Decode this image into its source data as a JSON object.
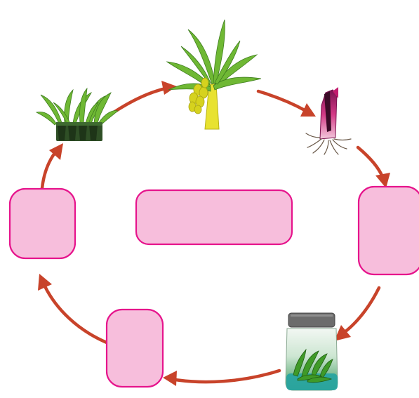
{
  "diagram": {
    "type": "cycle",
    "stages": [
      {
        "id": "plantlets-in-tray",
        "icon": "plantlet-tray-icon"
      },
      {
        "id": "banana-plant",
        "icon": "banana-plant-icon"
      },
      {
        "id": "sucker-explant",
        "icon": "sucker-icon"
      },
      {
        "id": "blank-box-right",
        "label": ""
      },
      {
        "id": "culture-jar",
        "icon": "culture-jar-icon"
      },
      {
        "id": "blank-box-bottom",
        "label": ""
      },
      {
        "id": "blank-box-left",
        "label": ""
      }
    ],
    "center_label": "",
    "colors": {
      "box_fill": "#f7bedc",
      "box_border": "#e6148c",
      "arrow": "#c8432a",
      "leaf_green": "#6fb834",
      "dark_green": "#2f6b1c",
      "fruit_yellow": "#d6d21e",
      "pseudostem": "#e8e230",
      "sucker_pink": "#d43a86",
      "jar_lid": "#6c6c6c",
      "jar_glass": "#cfe8d4",
      "medium_teal": "#29a4a0"
    }
  }
}
